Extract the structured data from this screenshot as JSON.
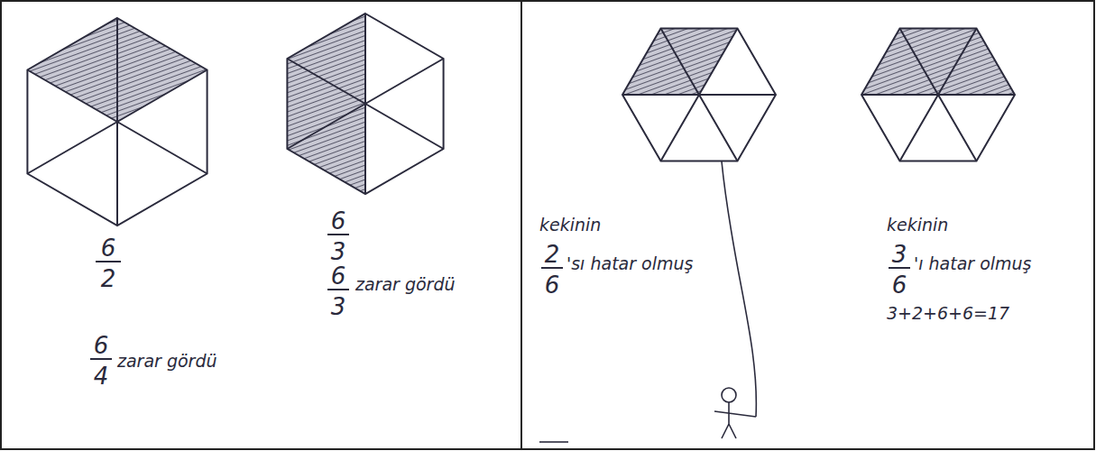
{
  "diagram": {
    "labels": [
      "6",
      "2",
      "6",
      "4",
      "zarar gördü",
      "6",
      "3",
      "6",
      "3",
      "zarar gördü",
      "kekinin",
      "2",
      "6",
      "'sı hatar olmuş",
      "kekinin",
      "3",
      "6",
      "'ı hatar olmuş",
      "3+2+6+6=17"
    ]
  }
}
